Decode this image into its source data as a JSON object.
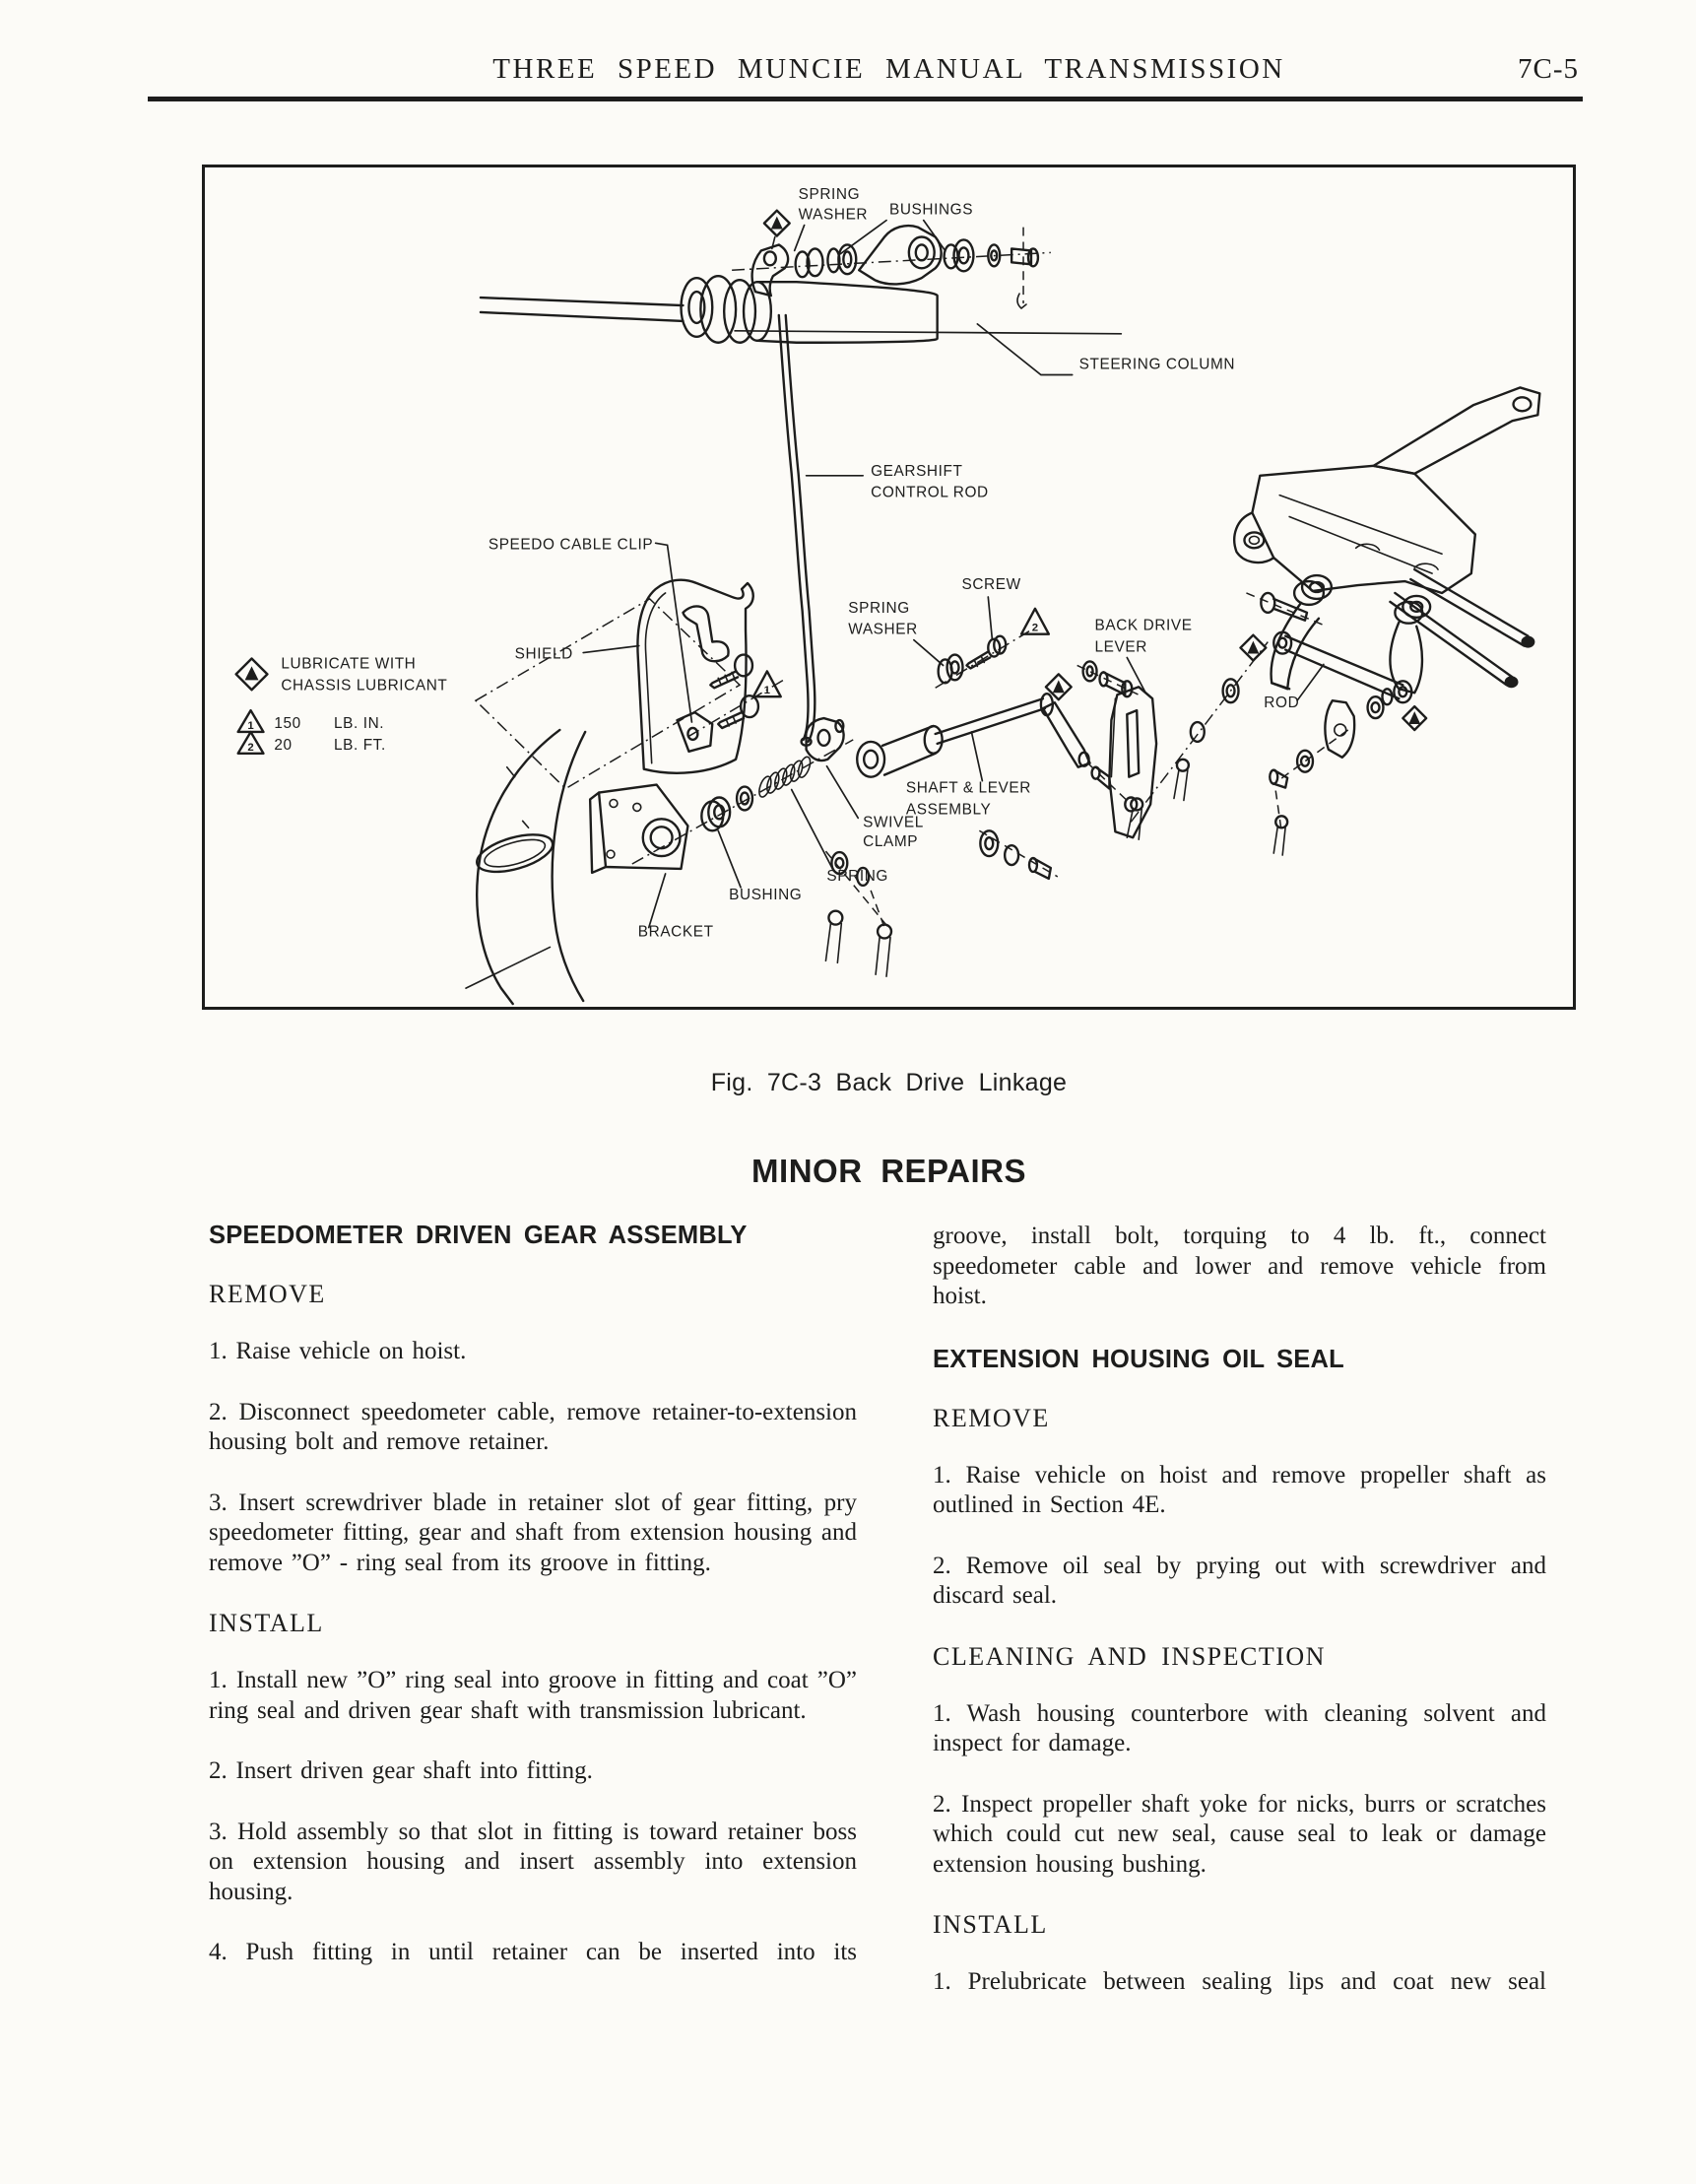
{
  "page": {
    "header": {
      "title": "THREE SPEED MUNCIE MANUAL TRANSMISSION",
      "page_number": "7C-5"
    },
    "figure_caption": "Fig. 7C-3 Back Drive Linkage",
    "section_title": "MINOR REPAIRS",
    "colors": {
      "ink": "#1d1d1c",
      "paper": "#fcfbf7"
    }
  },
  "diagram": {
    "labels": {
      "spring_washer_top_1": "SPRING",
      "spring_washer_top_2": "WASHER",
      "bushings": "BUSHINGS",
      "steering_column": "STEERING COLUMN",
      "gearshift_1": "GEARSHIFT",
      "gearshift_2": "CONTROL ROD",
      "speedo_cable_clip": "SPEEDO CABLE CLIP",
      "shield": "SHIELD",
      "spring_washer_mid_1": "SPRING",
      "spring_washer_mid_2": "WASHER",
      "screw": "SCREW",
      "back_drive_lever_1": "BACK DRIVE",
      "back_drive_lever_2": "LEVER",
      "rod": "ROD",
      "shaft_lever_1": "SHAFT & LEVER",
      "shaft_lever_2": "ASSEMBLY",
      "swivel_1": "SWIVEL",
      "swivel_2": "CLAMP",
      "spring_low": "SPRING",
      "bushing_low": "BUSHING",
      "bracket": "BRACKET"
    },
    "legend": {
      "lubricate_1": "LUBRICATE WITH",
      "lubricate_2": "CHASSIS LUBRICANT",
      "torque_in_value": "150",
      "torque_in_unit": "LB. IN.",
      "torque_ft_value": "20",
      "torque_ft_unit": "LB. FT.",
      "tri1": "1",
      "tri2": "2"
    }
  },
  "left_column": {
    "heading": "SPEEDOMETER DRIVEN GEAR ASSEMBLY",
    "sub1": "REMOVE",
    "p1": "1. Raise vehicle on hoist.",
    "p2": "2. Disconnect speedometer cable, remove retainer-to-extension housing bolt and remove retainer.",
    "p3": "3. Insert screwdriver blade in retainer slot of gear fitting, pry speedometer fitting, gear and shaft from extension housing and remove ”O” - ring seal from its groove in fitting.",
    "sub2": "INSTALL",
    "p4": "1. Install new ”O” ring seal into groove in fitting and coat ”O” ring seal and driven gear shaft with transmission lubricant.",
    "p5": "2. Insert driven gear shaft into fitting.",
    "p6": "3. Hold assembly so that slot in fitting is toward retainer boss on extension housing and insert assembly into extension housing.",
    "p7": "4. Push fitting in until retainer can be inserted into its"
  },
  "right_column": {
    "p0": "groove, install bolt, torquing to 4 lb. ft., connect speedometer cable and lower and remove vehicle from hoist.",
    "heading": "EXTENSION HOUSING OIL SEAL",
    "sub1": "REMOVE",
    "p1": "1. Raise vehicle on hoist and remove propeller shaft as outlined in Section 4E.",
    "p2": "2. Remove oil seal by prying out with screwdriver and discard seal.",
    "sub2": "CLEANING AND INSPECTION",
    "p3": "1. Wash housing counterbore with cleaning solvent and inspect for damage.",
    "p4": "2. Inspect propeller shaft yoke for nicks, burrs or scratches which could cut new seal, cause seal to leak or damage extension housing bushing.",
    "sub3": "INSTALL",
    "p5": "1. Prelubricate between sealing lips and coat new seal"
  }
}
